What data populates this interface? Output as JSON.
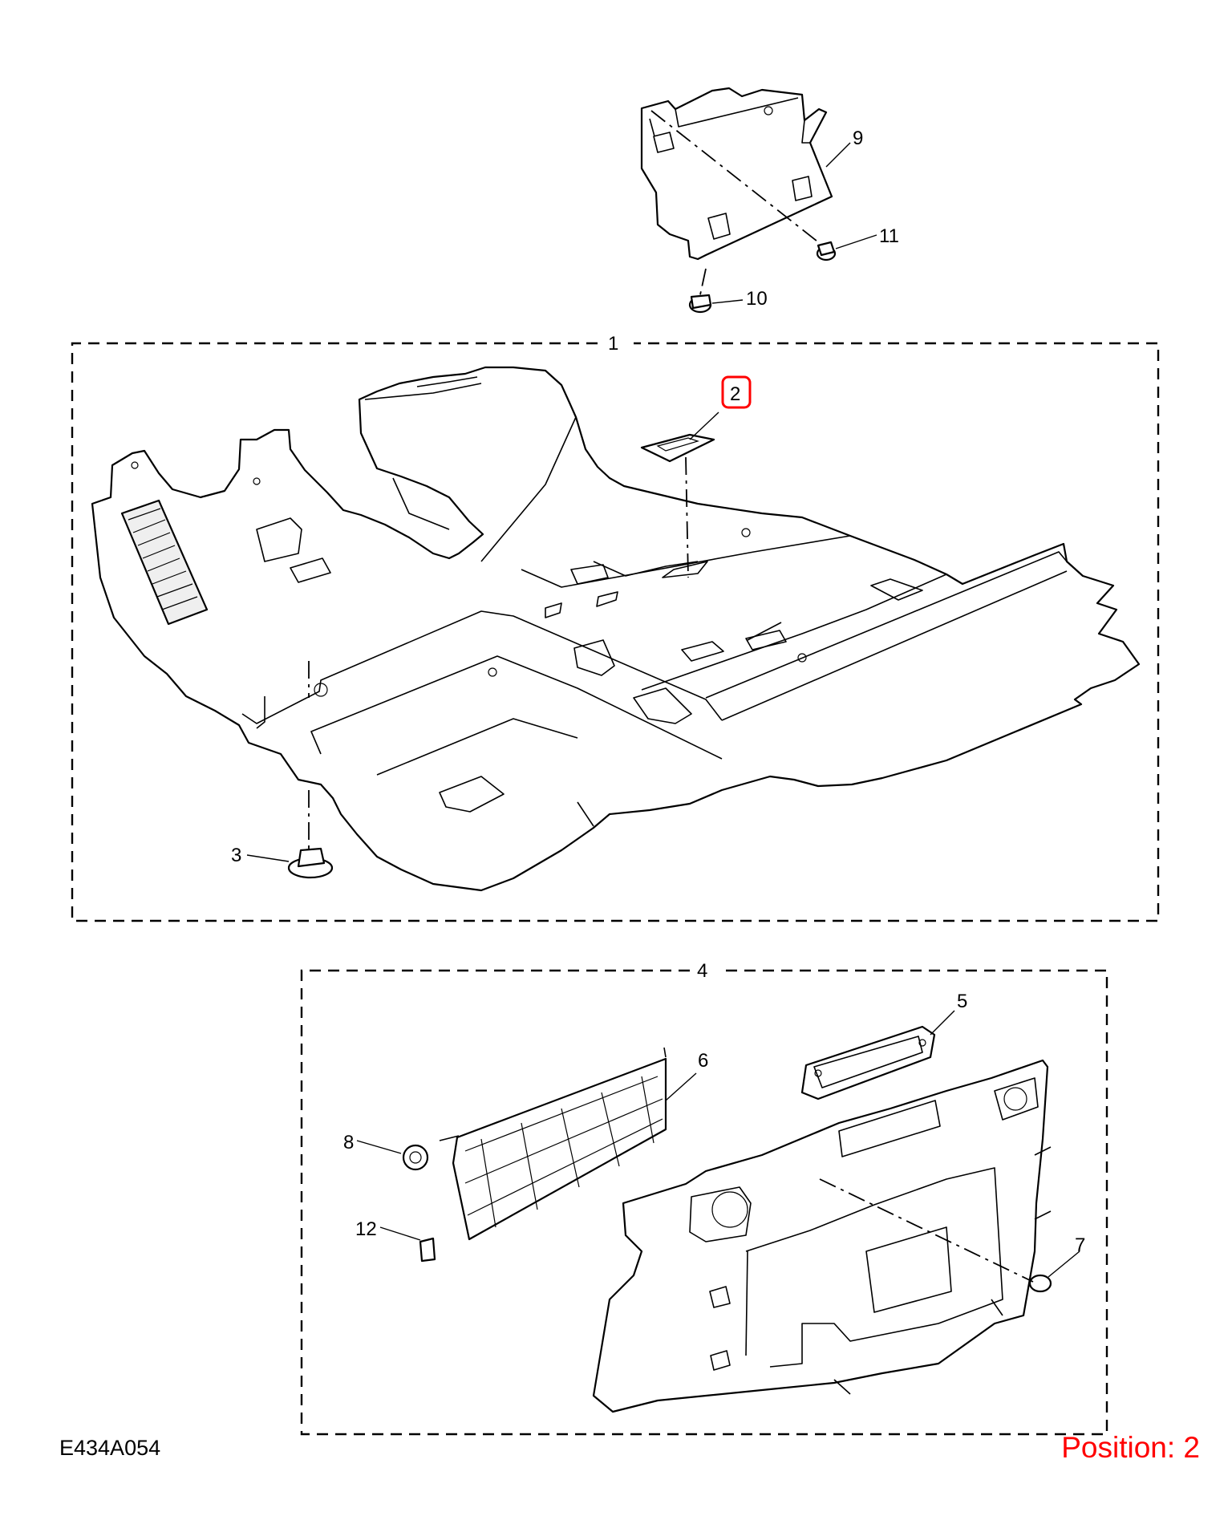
{
  "diagram": {
    "reference_code": "E434A054",
    "position_label": "Position: 2",
    "highlighted_callout": "2",
    "accent_color": "#ff0000",
    "callouts": {
      "c1": "1",
      "c2": "2",
      "c3": "3",
      "c4": "4",
      "c5": "5",
      "c6": "6",
      "c7": "7",
      "c8": "8",
      "c9": "9",
      "c10": "10",
      "c11": "11",
      "c12": "12"
    }
  }
}
